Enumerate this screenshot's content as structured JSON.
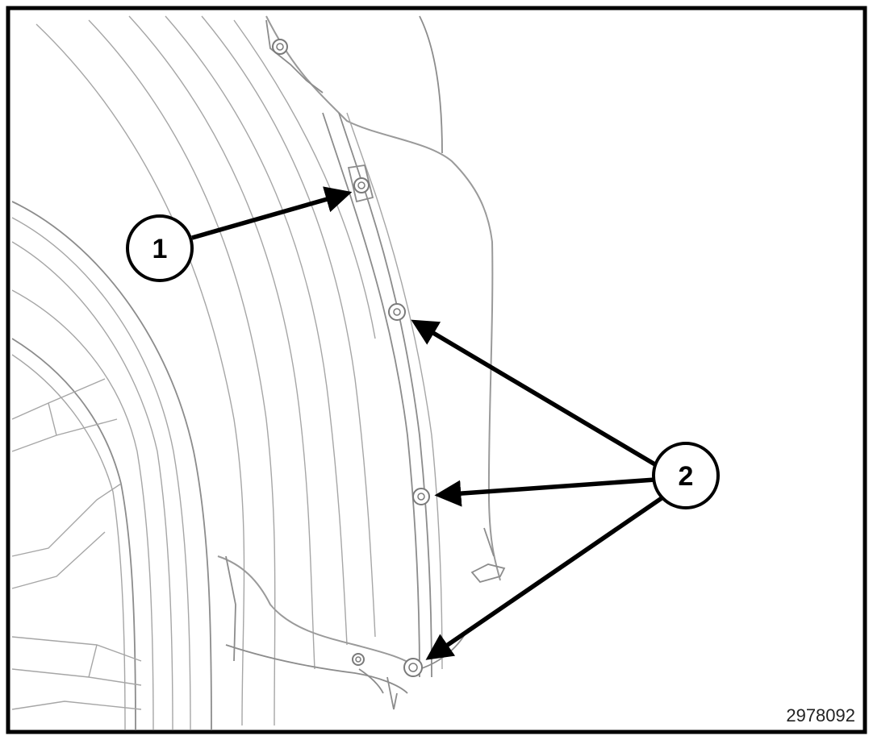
{
  "callouts": [
    {
      "id": "callout-1",
      "label": "1"
    },
    {
      "id": "callout-2",
      "label": "2"
    }
  ],
  "figure_id": "2978092",
  "colors": {
    "frame": "#000000",
    "line_art": "#a6a6a6",
    "arrow": "#000000",
    "background": "#ffffff"
  }
}
